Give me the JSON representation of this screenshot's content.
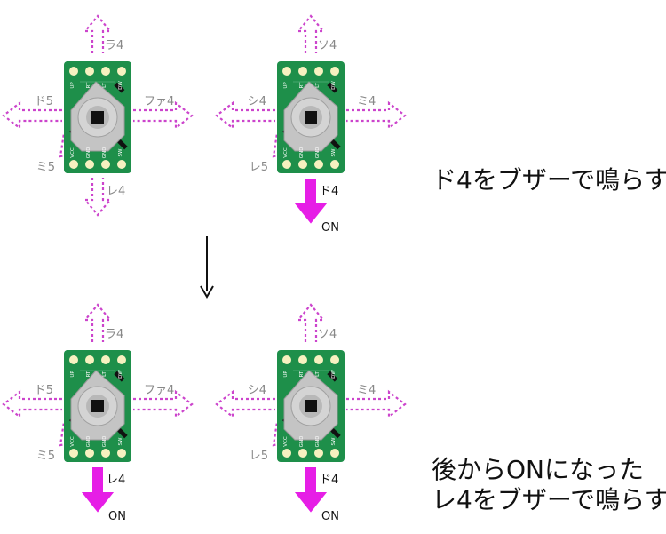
{
  "pcb": {
    "pin_labels_top": [
      "UP",
      "RT",
      "LT",
      "DW"
    ],
    "pin_labels_bottom": [
      "VCC",
      "GND",
      "GND",
      "SW"
    ]
  },
  "colors": {
    "board": "#1e8f4a",
    "arrow_dashed": "#cc44cc",
    "arrow_active": "#e61ee6",
    "joystick": "#c4c4c4",
    "pad": "#f7f1c0"
  },
  "modules": [
    {
      "up": "ラ4",
      "left": "ド5",
      "right": "ファ4",
      "down": "レ4",
      "diag": "ミ5",
      "active": ""
    },
    {
      "up": "ソ4",
      "left": "シ4",
      "right": "ミ4",
      "down": "ド4",
      "diag": "レ5",
      "active": "ON"
    },
    {
      "up": "ラ4",
      "left": "ド5",
      "right": "ファ4",
      "down": "レ4",
      "diag": "ミ5",
      "active": "ON"
    },
    {
      "up": "ソ4",
      "left": "シ4",
      "right": "ミ4",
      "down": "ド4",
      "diag": "レ5",
      "active": "ON"
    }
  ],
  "captions": {
    "step1": "ド4をブザーで鳴らす",
    "step2_line1": "後からONになった",
    "step2_line2": "レ4をブザーで鳴らす"
  }
}
